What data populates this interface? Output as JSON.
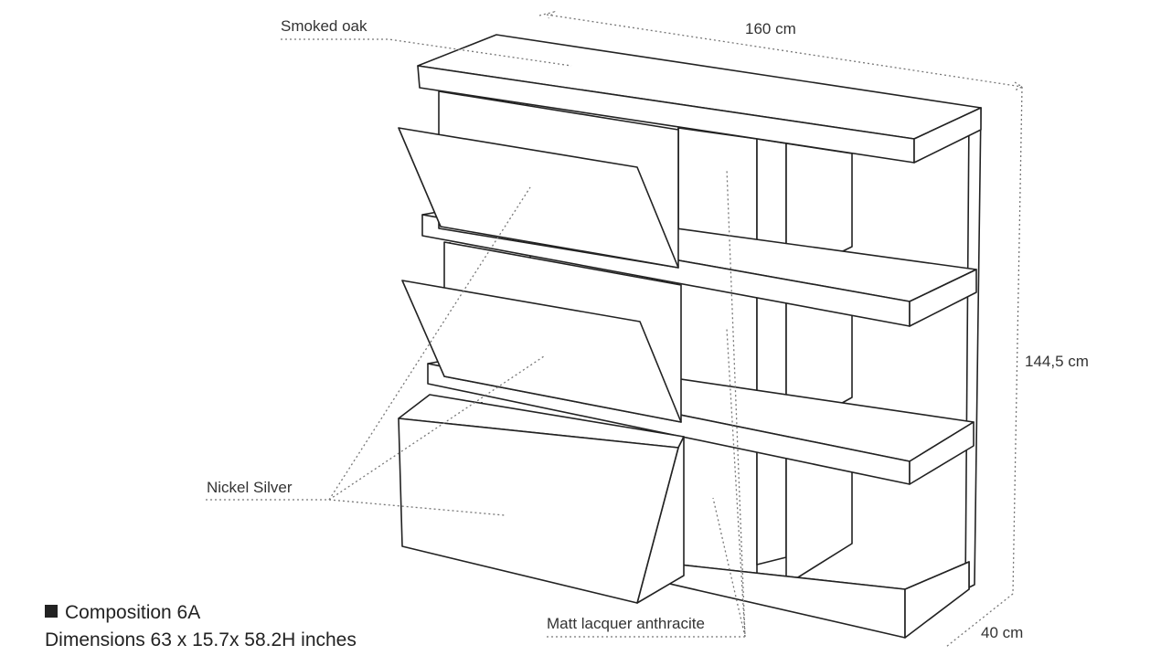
{
  "labels": {
    "material_top": "Smoked oak",
    "width": "160 cm",
    "height": "144,5 cm",
    "depth": "40 cm",
    "material_fronts": "Nickel Silver",
    "material_body": "Matt lacquer anthracite"
  },
  "caption": {
    "title": "Composition 6A",
    "dimensions": "Dimensions 63 x 15.7x 58.2H inches"
  }
}
